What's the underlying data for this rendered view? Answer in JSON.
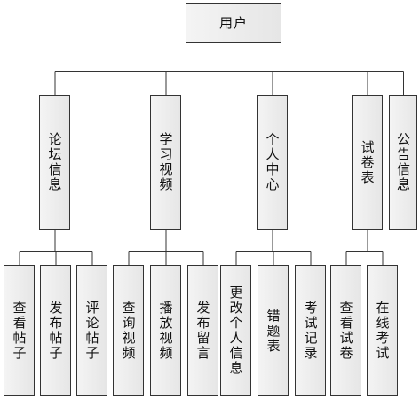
{
  "diagram": {
    "line_color": "#333333",
    "box_fill": "#ececec",
    "root": {
      "label": "用户"
    },
    "groups": [
      {
        "label": "论坛信息",
        "children": [
          "查看帖子",
          "发布帖子",
          "评论帖子"
        ]
      },
      {
        "label": "学习视频",
        "children": [
          "查询视频",
          "播放视频",
          "发布留言"
        ]
      },
      {
        "label": "个人中心",
        "children": [
          "更改个人信息",
          "错题表",
          "考试记录"
        ]
      },
      {
        "label": "试卷表",
        "children": [
          "查看试卷",
          "在线考试"
        ]
      },
      {
        "label": "公告信息",
        "children": []
      }
    ]
  }
}
